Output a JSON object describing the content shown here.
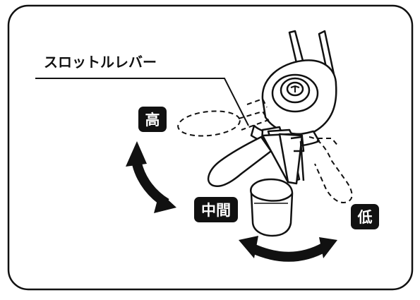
{
  "callout": {
    "label": "スロットルレバー"
  },
  "positions": {
    "high": "高",
    "middle": "中間",
    "low": "低"
  }
}
